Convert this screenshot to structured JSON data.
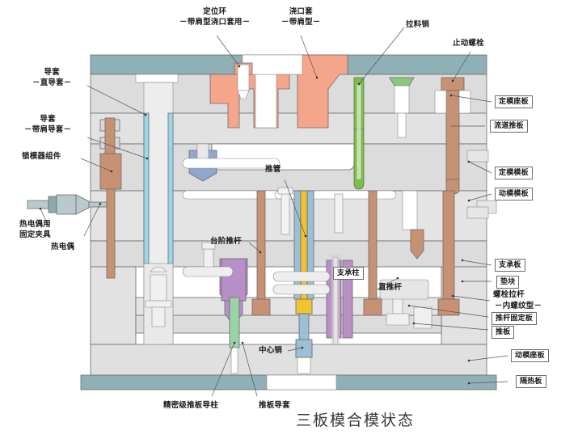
{
  "figure": {
    "title": "三板模合模状态",
    "colors": {
      "insulation_plate": "#8fb0b5",
      "plate_gray": "#dcdcdc",
      "plate_gray_light": "#e8e8e8",
      "sprue_salmon": "#f4a58a",
      "puller_green": "#7ac143",
      "stop_bolt_brown": "#c79274",
      "guide_bush_cyan": "#9bd7e8",
      "support_pillar_purple": "#b98fc8",
      "sleeve_yellow": "#f2c230",
      "sleeve_blue": "#9bbfd4",
      "precision_pin_green": "#9ad3a8",
      "outline": "#6b6b6b",
      "label_text": "#1a1a1a"
    }
  },
  "labels": {
    "top": [
      {
        "id": "locating-ring",
        "line1": "定位环",
        "line2": "－带肩型浇口套用－"
      },
      {
        "id": "sprue-bushing",
        "line1": "浇口套",
        "line2": "－带肩型－"
      },
      {
        "id": "sprue-puller-pin",
        "line1": "拉料销",
        "line2": ""
      },
      {
        "id": "stop-bolt",
        "line1": "止动螺栓",
        "line2": ""
      }
    ],
    "left": [
      {
        "id": "guide-bush-straight",
        "line1": "导套",
        "line2": "－直导套－"
      },
      {
        "id": "guide-bush-shoulder",
        "line1": "导套",
        "line2": "－带肩导套－"
      },
      {
        "id": "mold-lock-assembly",
        "line1": "锁模器组件",
        "line2": ""
      },
      {
        "id": "thermocouple-clamp",
        "line1": "热电偶用",
        "line2": "固定夹具"
      },
      {
        "id": "thermocouple",
        "line1": "热电偶",
        "line2": ""
      }
    ],
    "right": [
      {
        "id": "fixed-mold-base-plate",
        "label": "定模座板",
        "boxed": true
      },
      {
        "id": "runner-stripper-plate",
        "label": "流道推板",
        "boxed": true
      },
      {
        "id": "fixed-mold-plate",
        "label": "定模模板",
        "boxed": true
      },
      {
        "id": "moving-mold-plate",
        "label": "动模模板",
        "boxed": true
      },
      {
        "id": "support-plate",
        "label": "支承板",
        "boxed": true
      },
      {
        "id": "spacer-block",
        "label": "垫块",
        "boxed": true
      },
      {
        "id": "bolt-tie-rod",
        "label": "螺栓拉杆",
        "boxed": false
      },
      {
        "id": "bolt-tie-rod-type",
        "label": "－内螺纹型－",
        "boxed": false
      },
      {
        "id": "ejector-retainer-plate",
        "label": "推杆固定板",
        "boxed": true
      },
      {
        "id": "ejector-plate",
        "label": "推板",
        "boxed": true
      },
      {
        "id": "moving-mold-base-plate",
        "label": "动模座板",
        "boxed": true
      },
      {
        "id": "insulation-plate",
        "label": "隔热板",
        "boxed": true
      }
    ],
    "interior": [
      {
        "id": "ejector-sleeve",
        "label": "推管"
      },
      {
        "id": "stepped-ejector-pin",
        "label": "台阶推杆"
      },
      {
        "id": "support-pillar",
        "label": "支承柱",
        "boxed": true
      },
      {
        "id": "straight-ejector-pin",
        "label": "直推杆"
      },
      {
        "id": "center-pin",
        "label": "中心销"
      }
    ],
    "bottom": [
      {
        "id": "precision-ejector-guide-pin",
        "label": "精密级推板导柱"
      },
      {
        "id": "ejector-guide-bush",
        "label": "推板导套"
      }
    ]
  }
}
